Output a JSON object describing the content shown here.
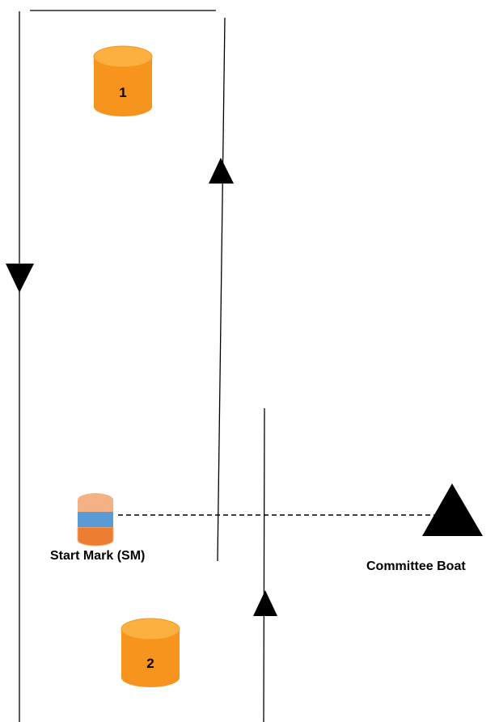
{
  "marks": {
    "mark_1": {
      "label": "1",
      "color": "#F7941D"
    },
    "mark_2": {
      "label": "2",
      "color": "#F7941D"
    },
    "start_mark": {
      "label": "Start Mark (SM)",
      "top_color": "#F4B183",
      "band_color": "#5B9BD5",
      "bottom_color": "#ED7D31"
    }
  },
  "committee_boat": {
    "label": "Committee Boat",
    "color": "#000000"
  },
  "colors": {
    "line": "#000000",
    "cylinder_top": "#FBB040",
    "cylinder_edge": "#F7941D"
  }
}
